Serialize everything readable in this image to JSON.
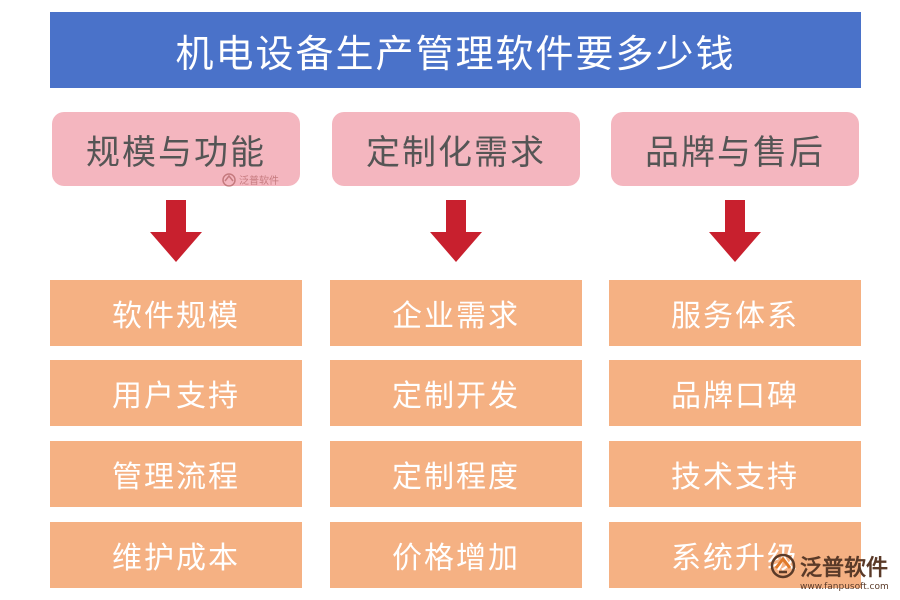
{
  "title": "机电设备生产管理软件要多少钱",
  "colors": {
    "title_bg": "#4a72c9",
    "category_bg": "#f4b6bf",
    "item_bg": "#f5b183",
    "arrow": "#c8202e"
  },
  "columns": [
    {
      "category": "规模与功能",
      "items": [
        "软件规模",
        "用户支持",
        "管理流程",
        "维护成本"
      ]
    },
    {
      "category": "定制化需求",
      "items": [
        "企业需求",
        "定制开发",
        "定制程度",
        "价格增加"
      ]
    },
    {
      "category": "品牌与售后",
      "items": [
        "服务体系",
        "品牌口碑",
        "技术支持",
        "系统升级"
      ]
    }
  ],
  "watermark": {
    "text": "泛普软件",
    "url": "www.fanpusoft.com"
  }
}
